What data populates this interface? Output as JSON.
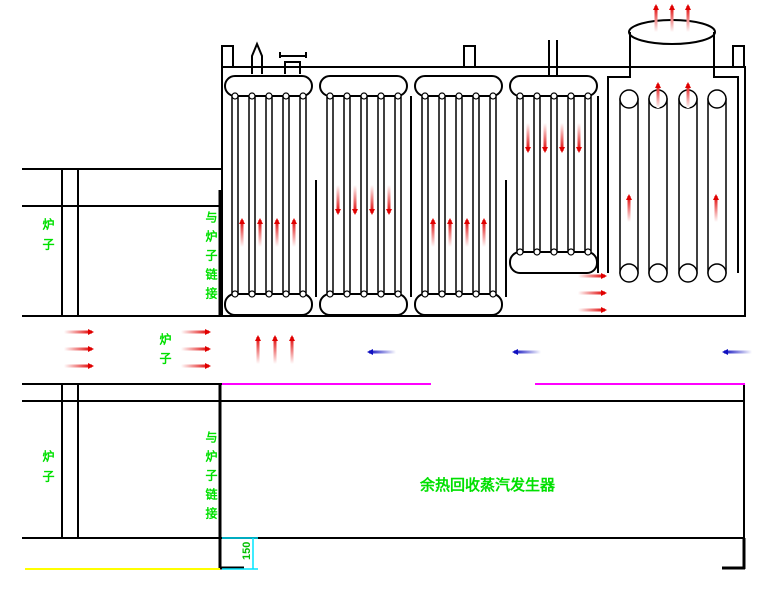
{
  "labels": {
    "furnace": "炉子",
    "connect_to_furnace": "与炉子链接",
    "hrsg_title": "余热回收蒸汽发生器",
    "dimension_150": "150"
  },
  "colors": {
    "line": "#000000",
    "text": "#00e000",
    "hot_arrow": "#e00000",
    "cold_arrow": "#1010c0",
    "magenta": "#ff00ff",
    "cyan": "#00e5ff",
    "yellow": "#ffff00"
  }
}
